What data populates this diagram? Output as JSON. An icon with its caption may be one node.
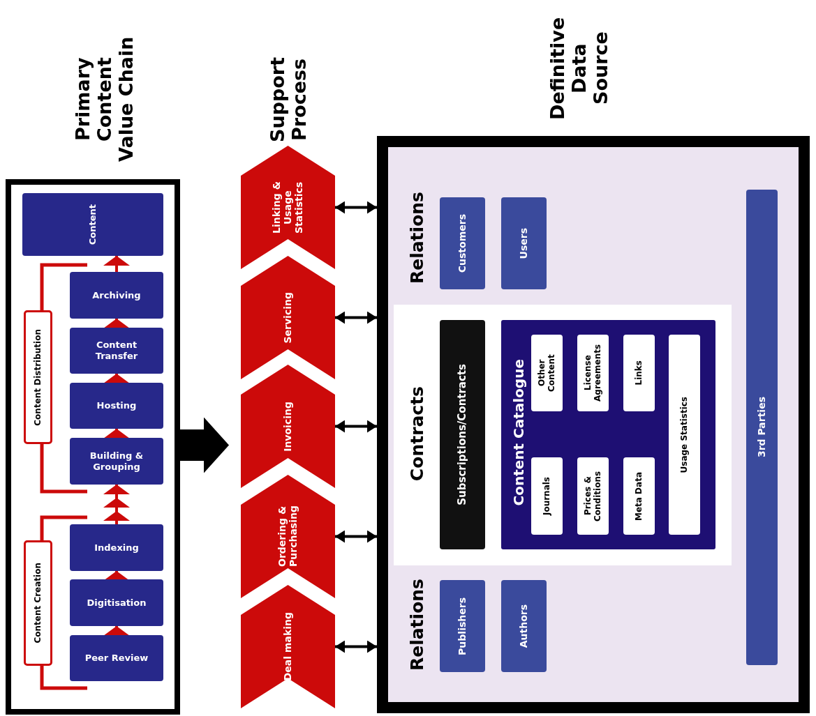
{
  "diagram": {
    "nodes": [
      {
        "text": [
          "Primary Content Value Chain"
        ]
      },
      {
        "text": [
          "Content Creation"
        ],
        "in": 0
      },
      {
        "text": [
          "Content Distribution"
        ],
        "in": 0
      },
      {
        "text": [
          "Peer Review"
        ],
        "in": 0
      },
      {
        "text": [
          "Digitisation"
        ],
        "in": 0
      },
      {
        "text": [
          "Indexing"
        ],
        "in": 0
      },
      {
        "text": [
          "Building & Grouping"
        ],
        "in": 0
      },
      {
        "text": [
          "Hosting"
        ],
        "in": 0
      },
      {
        "text": [
          "Content Transfer"
        ],
        "in": 0
      },
      {
        "text": [
          "Archiving"
        ],
        "in": 0
      },
      {
        "text": [
          "Content"
        ],
        "in": 0
      },
      {
        "text": [
          "Support Process"
        ]
      },
      {
        "text": [
          "Deal making"
        ],
        "in": 11
      },
      {
        "text": [
          "Ordering & Purchasing"
        ],
        "in": 11
      },
      {
        "text": [
          "Invoicing"
        ],
        "in": 11
      },
      {
        "text": [
          "Servicing"
        ],
        "in": 11
      },
      {
        "text": [
          "Linking & Usage Statistics"
        ],
        "in": 11
      },
      {
        "text": [
          "Definitive Data Source"
        ]
      },
      {
        "text": [
          "Relations"
        ],
        "in": 17
      },
      {
        "text": [
          "Publishers"
        ],
        "in": 18
      },
      {
        "text": [
          "Authors"
        ],
        "in": 18
      },
      {
        "text": [
          "Contracts"
        ],
        "in": 17
      },
      {
        "text": [
          "Subscriptions/Contracts"
        ],
        "in": 21
      },
      {
        "text": [
          "Content Catalogue"
        ],
        "in": 21
      },
      {
        "text": [
          "Journals"
        ],
        "in": 23
      },
      {
        "text": [
          "Prices & Conditions"
        ],
        "in": 23
      },
      {
        "text": [
          "Meta Data"
        ],
        "in": 23
      },
      {
        "text": [
          "Other Content"
        ],
        "in": 23
      },
      {
        "text": [
          "License Agreements"
        ],
        "in": 23
      },
      {
        "text": [
          "Links"
        ],
        "in": 23
      },
      {
        "text": [
          "Usage Statistics"
        ],
        "in": 23
      },
      {
        "text": [
          "Relations"
        ],
        "in": 17
      },
      {
        "text": [
          "Customers"
        ],
        "in": 31
      },
      {
        "text": [
          "Users"
        ],
        "in": 31
      },
      {
        "text": [
          "3rd Parties"
        ],
        "in": 17
      }
    ],
    "edges": [
      {
        "from": 3,
        "to": 4,
        "arrow": "to"
      },
      {
        "from": 4,
        "to": 5,
        "arrow": "to"
      },
      {
        "from": 5,
        "to": 6,
        "arrow": "to"
      },
      {
        "from": 6,
        "to": 7,
        "arrow": "to"
      },
      {
        "from": 7,
        "to": 8,
        "arrow": "to"
      },
      {
        "from": 8,
        "to": 9,
        "arrow": "to"
      },
      {
        "from": 9,
        "to": 10,
        "arrow": "to"
      },
      {
        "from": 0,
        "to": 11,
        "arrow": "to",
        "style": "thick",
        "color": "#000000"
      },
      {
        "from": 12,
        "to": 17,
        "arrow": "both",
        "color": "#000000"
      },
      {
        "from": 13,
        "to": 17,
        "arrow": "both",
        "color": "#000000"
      },
      {
        "from": 14,
        "to": 17,
        "arrow": "both",
        "color": "#000000"
      },
      {
        "from": 15,
        "to": 17,
        "arrow": "both",
        "color": "#000000"
      },
      {
        "from": 16,
        "to": 17,
        "arrow": "both",
        "color": "#000000"
      }
    ]
  }
}
